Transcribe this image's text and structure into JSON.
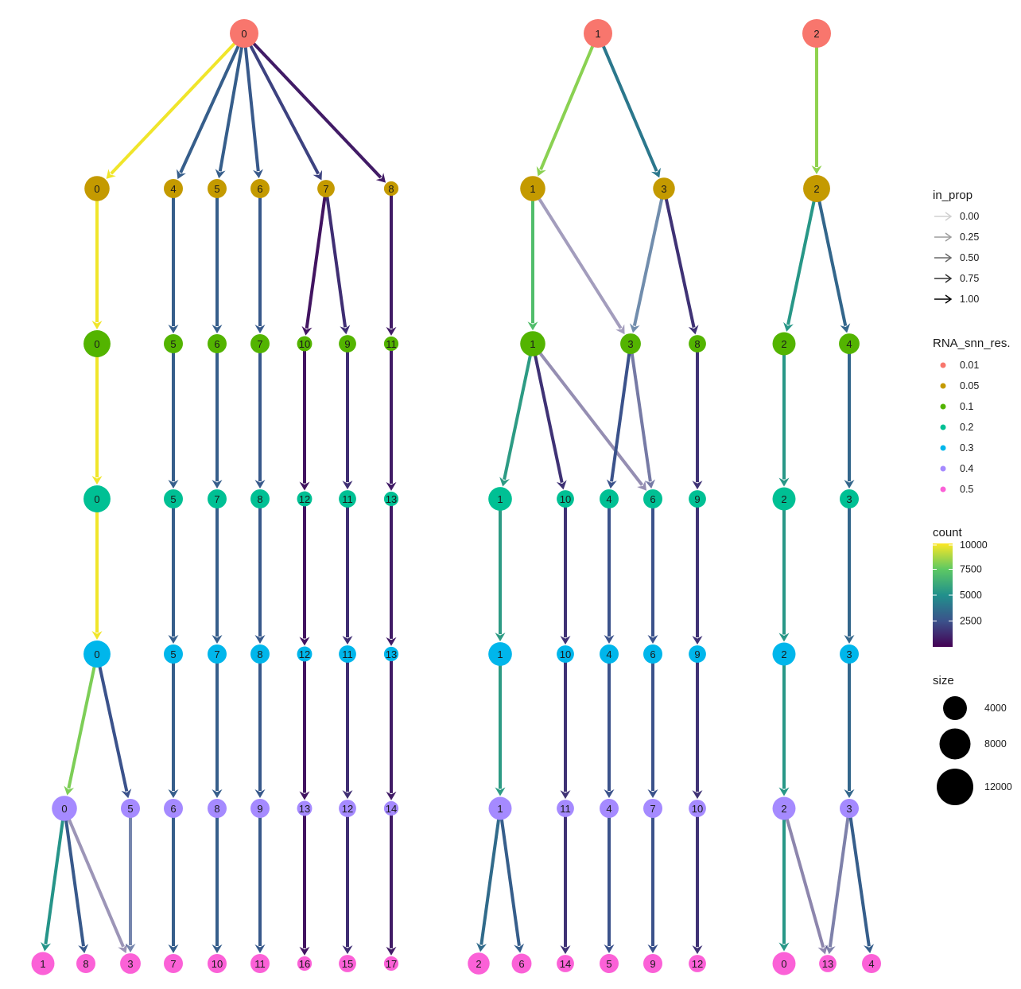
{
  "chart_data": {
    "type": "clustering-tree",
    "levels": [
      "0.01",
      "0.05",
      "0.1",
      "0.2",
      "0.3",
      "0.4",
      "0.5"
    ],
    "level_colors": [
      "#F8766D",
      "#C49A00",
      "#53B400",
      "#00C094",
      "#00B6EB",
      "#A58AFF",
      "#FB61D7"
    ],
    "nodes": [
      {
        "id": "a0",
        "level": 0,
        "label": "0",
        "size": 12000
      },
      {
        "id": "a1",
        "level": 0,
        "label": "1",
        "size": 12000
      },
      {
        "id": "a2",
        "level": 0,
        "label": "2",
        "size": 12000
      },
      {
        "id": "b0",
        "level": 1,
        "label": "0",
        "size": 8000
      },
      {
        "id": "b4",
        "level": 1,
        "label": "4",
        "size": 3000
      },
      {
        "id": "b5",
        "level": 1,
        "label": "5",
        "size": 3000
      },
      {
        "id": "b6",
        "level": 1,
        "label": "6",
        "size": 3000
      },
      {
        "id": "b7",
        "level": 1,
        "label": "7",
        "size": 2000
      },
      {
        "id": "b8",
        "level": 1,
        "label": "8",
        "size": 800
      },
      {
        "id": "b1",
        "level": 1,
        "label": "1",
        "size": 8000
      },
      {
        "id": "b3",
        "level": 1,
        "label": "3",
        "size": 5000
      },
      {
        "id": "b2",
        "level": 1,
        "label": "2",
        "size": 10000
      },
      {
        "id": "c0",
        "level": 2,
        "label": "0",
        "size": 10000
      },
      {
        "id": "c5",
        "level": 2,
        "label": "5",
        "size": 3000
      },
      {
        "id": "c6",
        "level": 2,
        "label": "6",
        "size": 3000
      },
      {
        "id": "c7",
        "level": 2,
        "label": "7",
        "size": 3000
      },
      {
        "id": "c10",
        "level": 2,
        "label": "10",
        "size": 1000
      },
      {
        "id": "c9",
        "level": 2,
        "label": "9",
        "size": 2000
      },
      {
        "id": "c11",
        "level": 2,
        "label": "11",
        "size": 800
      },
      {
        "id": "c1",
        "level": 2,
        "label": "1",
        "size": 8000
      },
      {
        "id": "c3",
        "level": 2,
        "label": "3",
        "size": 4000
      },
      {
        "id": "c8",
        "level": 2,
        "label": "8",
        "size": 2000
      },
      {
        "id": "c2",
        "level": 2,
        "label": "2",
        "size": 6000
      },
      {
        "id": "c4",
        "level": 2,
        "label": "4",
        "size": 4000
      },
      {
        "id": "d0",
        "level": 3,
        "label": "0",
        "size": 10000
      },
      {
        "id": "d5",
        "level": 3,
        "label": "5",
        "size": 3000
      },
      {
        "id": "d7",
        "level": 3,
        "label": "7",
        "size": 3000
      },
      {
        "id": "d8",
        "level": 3,
        "label": "8",
        "size": 3000
      },
      {
        "id": "d12",
        "level": 3,
        "label": "12",
        "size": 1000
      },
      {
        "id": "d11",
        "level": 3,
        "label": "11",
        "size": 2000
      },
      {
        "id": "d13",
        "level": 3,
        "label": "13",
        "size": 800
      },
      {
        "id": "d1",
        "level": 3,
        "label": "1",
        "size": 6500
      },
      {
        "id": "d10",
        "level": 3,
        "label": "10",
        "size": 2000
      },
      {
        "id": "d4",
        "level": 3,
        "label": "4",
        "size": 3000
      },
      {
        "id": "d6",
        "level": 3,
        "label": "6",
        "size": 3000
      },
      {
        "id": "d9",
        "level": 3,
        "label": "9",
        "size": 2000
      },
      {
        "id": "d2",
        "level": 3,
        "label": "2",
        "size": 6000
      },
      {
        "id": "d3",
        "level": 3,
        "label": "3",
        "size": 3000
      },
      {
        "id": "e0",
        "level": 4,
        "label": "0",
        "size": 10000
      },
      {
        "id": "e5",
        "level": 4,
        "label": "5",
        "size": 3000
      },
      {
        "id": "e7",
        "level": 4,
        "label": "7",
        "size": 3000
      },
      {
        "id": "e8",
        "level": 4,
        "label": "8",
        "size": 3000
      },
      {
        "id": "e12",
        "level": 4,
        "label": "12",
        "size": 1000
      },
      {
        "id": "e11",
        "level": 4,
        "label": "11",
        "size": 2000
      },
      {
        "id": "e13",
        "level": 4,
        "label": "13",
        "size": 800
      },
      {
        "id": "e1",
        "level": 4,
        "label": "1",
        "size": 6500
      },
      {
        "id": "e10",
        "level": 4,
        "label": "10",
        "size": 2000
      },
      {
        "id": "e4",
        "level": 4,
        "label": "4",
        "size": 3000
      },
      {
        "id": "e6",
        "level": 4,
        "label": "6",
        "size": 3000
      },
      {
        "id": "e9",
        "level": 4,
        "label": "9",
        "size": 2000
      },
      {
        "id": "e2",
        "level": 4,
        "label": "2",
        "size": 6000
      },
      {
        "id": "e3",
        "level": 4,
        "label": "3",
        "size": 3000
      },
      {
        "id": "f0",
        "level": 5,
        "label": "0",
        "size": 8000
      },
      {
        "id": "f5",
        "level": 5,
        "label": "5",
        "size": 3000
      },
      {
        "id": "f6",
        "level": 5,
        "label": "6",
        "size": 3000
      },
      {
        "id": "f8",
        "level": 5,
        "label": "8",
        "size": 3000
      },
      {
        "id": "f9",
        "level": 5,
        "label": "9",
        "size": 3000
      },
      {
        "id": "f13",
        "level": 5,
        "label": "13",
        "size": 1000
      },
      {
        "id": "f12",
        "level": 5,
        "label": "12",
        "size": 2000
      },
      {
        "id": "f14",
        "level": 5,
        "label": "14",
        "size": 800
      },
      {
        "id": "f1",
        "level": 5,
        "label": "1",
        "size": 6000
      },
      {
        "id": "f11",
        "level": 5,
        "label": "11",
        "size": 2000
      },
      {
        "id": "f4",
        "level": 5,
        "label": "4",
        "size": 3000
      },
      {
        "id": "f7",
        "level": 5,
        "label": "7",
        "size": 3000
      },
      {
        "id": "f10",
        "level": 5,
        "label": "10",
        "size": 2000
      },
      {
        "id": "f2",
        "level": 5,
        "label": "2",
        "size": 6000
      },
      {
        "id": "f3",
        "level": 5,
        "label": "3",
        "size": 3000
      },
      {
        "id": "g1",
        "level": 6,
        "label": "1",
        "size": 6000
      },
      {
        "id": "g8",
        "level": 6,
        "label": "8",
        "size": 3000
      },
      {
        "id": "g3",
        "level": 6,
        "label": "3",
        "size": 4000
      },
      {
        "id": "g7",
        "level": 6,
        "label": "7",
        "size": 3000
      },
      {
        "id": "g10",
        "level": 6,
        "label": "10",
        "size": 3000
      },
      {
        "id": "g11",
        "level": 6,
        "label": "11",
        "size": 3000
      },
      {
        "id": "g16",
        "level": 6,
        "label": "16",
        "size": 800
      },
      {
        "id": "g15",
        "level": 6,
        "label": "15",
        "size": 2000
      },
      {
        "id": "g17",
        "level": 6,
        "label": "17",
        "size": 800
      },
      {
        "id": "g2",
        "level": 6,
        "label": "2",
        "size": 5000
      },
      {
        "id": "g6",
        "level": 6,
        "label": "6",
        "size": 3500
      },
      {
        "id": "g14",
        "level": 6,
        "label": "14",
        "size": 2000
      },
      {
        "id": "g5",
        "level": 6,
        "label": "5",
        "size": 3000
      },
      {
        "id": "g9",
        "level": 6,
        "label": "9",
        "size": 3000
      },
      {
        "id": "g12",
        "level": 6,
        "label": "12",
        "size": 2000
      },
      {
        "id": "g0",
        "level": 6,
        "label": "0",
        "size": 6000
      },
      {
        "id": "g13",
        "level": 6,
        "label": "13",
        "size": 2000
      },
      {
        "id": "g4",
        "level": 6,
        "label": "4",
        "size": 3000
      }
    ],
    "edges": [
      {
        "from": "a0",
        "to": "b0",
        "count": 9800,
        "in_prop": 1.0
      },
      {
        "from": "a0",
        "to": "b4",
        "count": 3000,
        "in_prop": 1.0
      },
      {
        "from": "a0",
        "to": "b5",
        "count": 3000,
        "in_prop": 1.0
      },
      {
        "from": "a0",
        "to": "b6",
        "count": 2800,
        "in_prop": 1.0
      },
      {
        "from": "a0",
        "to": "b7",
        "count": 2000,
        "in_prop": 1.0
      },
      {
        "from": "a0",
        "to": "b8",
        "count": 800,
        "in_prop": 1.0
      },
      {
        "from": "a1",
        "to": "b1",
        "count": 8200,
        "in_prop": 1.0
      },
      {
        "from": "a1",
        "to": "b3",
        "count": 4000,
        "in_prop": 1.0
      },
      {
        "from": "a2",
        "to": "b2",
        "count": 8300,
        "in_prop": 1.0
      },
      {
        "from": "b0",
        "to": "c0",
        "count": 9800,
        "in_prop": 1.0
      },
      {
        "from": "b4",
        "to": "c5",
        "count": 3000,
        "in_prop": 1.0
      },
      {
        "from": "b5",
        "to": "c6",
        "count": 3000,
        "in_prop": 1.0
      },
      {
        "from": "b6",
        "to": "c7",
        "count": 2800,
        "in_prop": 1.0
      },
      {
        "from": "b7",
        "to": "c10",
        "count": 600,
        "in_prop": 1.0
      },
      {
        "from": "b7",
        "to": "c9",
        "count": 1400,
        "in_prop": 1.0
      },
      {
        "from": "b8",
        "to": "c11",
        "count": 800,
        "in_prop": 1.0
      },
      {
        "from": "b1",
        "to": "c1",
        "count": 7000,
        "in_prop": 1.0
      },
      {
        "from": "b1",
        "to": "c3",
        "count": 1500,
        "in_prop": 0.3
      },
      {
        "from": "b3",
        "to": "c3",
        "count": 3000,
        "in_prop": 0.6
      },
      {
        "from": "b3",
        "to": "c8",
        "count": 1500,
        "in_prop": 1.0
      },
      {
        "from": "b2",
        "to": "c2",
        "count": 5300,
        "in_prop": 1.0
      },
      {
        "from": "b2",
        "to": "c4",
        "count": 3300,
        "in_prop": 1.0
      },
      {
        "from": "c0",
        "to": "d0",
        "count": 9800,
        "in_prop": 1.0
      },
      {
        "from": "c5",
        "to": "d5",
        "count": 3000,
        "in_prop": 1.0
      },
      {
        "from": "c6",
        "to": "d7",
        "count": 3000,
        "in_prop": 1.0
      },
      {
        "from": "c7",
        "to": "d8",
        "count": 2800,
        "in_prop": 1.0
      },
      {
        "from": "c10",
        "to": "d12",
        "count": 600,
        "in_prop": 1.0
      },
      {
        "from": "c9",
        "to": "d11",
        "count": 1400,
        "in_prop": 1.0
      },
      {
        "from": "c11",
        "to": "d13",
        "count": 800,
        "in_prop": 1.0
      },
      {
        "from": "c1",
        "to": "d1",
        "count": 5500,
        "in_prop": 1.0
      },
      {
        "from": "c1",
        "to": "d10",
        "count": 1500,
        "in_prop": 1.0
      },
      {
        "from": "c1",
        "to": "d6",
        "count": 1500,
        "in_prop": 0.4
      },
      {
        "from": "c3",
        "to": "d4",
        "count": 2500,
        "in_prop": 1.0
      },
      {
        "from": "c3",
        "to": "d6",
        "count": 2000,
        "in_prop": 0.6
      },
      {
        "from": "c8",
        "to": "d9",
        "count": 1500,
        "in_prop": 1.0
      },
      {
        "from": "c2",
        "to": "d2",
        "count": 5300,
        "in_prop": 1.0
      },
      {
        "from": "c4",
        "to": "d3",
        "count": 3300,
        "in_prop": 1.0
      },
      {
        "from": "d0",
        "to": "e0",
        "count": 9800,
        "in_prop": 1.0
      },
      {
        "from": "d5",
        "to": "e5",
        "count": 3000,
        "in_prop": 1.0
      },
      {
        "from": "d7",
        "to": "e7",
        "count": 3000,
        "in_prop": 1.0
      },
      {
        "from": "d8",
        "to": "e8",
        "count": 2800,
        "in_prop": 1.0
      },
      {
        "from": "d12",
        "to": "e12",
        "count": 600,
        "in_prop": 1.0
      },
      {
        "from": "d11",
        "to": "e11",
        "count": 1400,
        "in_prop": 1.0
      },
      {
        "from": "d13",
        "to": "e13",
        "count": 800,
        "in_prop": 1.0
      },
      {
        "from": "d1",
        "to": "e1",
        "count": 5500,
        "in_prop": 1.0
      },
      {
        "from": "d10",
        "to": "e10",
        "count": 1500,
        "in_prop": 1.0
      },
      {
        "from": "d4",
        "to": "e4",
        "count": 2500,
        "in_prop": 1.0
      },
      {
        "from": "d6",
        "to": "e6",
        "count": 2500,
        "in_prop": 1.0
      },
      {
        "from": "d9",
        "to": "e9",
        "count": 1500,
        "in_prop": 1.0
      },
      {
        "from": "d2",
        "to": "e2",
        "count": 5300,
        "in_prop": 1.0
      },
      {
        "from": "d3",
        "to": "e3",
        "count": 3300,
        "in_prop": 1.0
      },
      {
        "from": "e0",
        "to": "f0",
        "count": 8000,
        "in_prop": 1.0
      },
      {
        "from": "e0",
        "to": "f5",
        "count": 2500,
        "in_prop": 1.0
      },
      {
        "from": "e5",
        "to": "f6",
        "count": 3000,
        "in_prop": 1.0
      },
      {
        "from": "e7",
        "to": "f8",
        "count": 3000,
        "in_prop": 1.0
      },
      {
        "from": "e8",
        "to": "f9",
        "count": 2800,
        "in_prop": 1.0
      },
      {
        "from": "e12",
        "to": "f13",
        "count": 600,
        "in_prop": 1.0
      },
      {
        "from": "e11",
        "to": "f12",
        "count": 1400,
        "in_prop": 1.0
      },
      {
        "from": "e13",
        "to": "f14",
        "count": 800,
        "in_prop": 1.0
      },
      {
        "from": "e1",
        "to": "f1",
        "count": 5500,
        "in_prop": 1.0
      },
      {
        "from": "e10",
        "to": "f11",
        "count": 1500,
        "in_prop": 1.0
      },
      {
        "from": "e4",
        "to": "f4",
        "count": 2500,
        "in_prop": 1.0
      },
      {
        "from": "e6",
        "to": "f7",
        "count": 2500,
        "in_prop": 1.0
      },
      {
        "from": "e9",
        "to": "f10",
        "count": 1500,
        "in_prop": 1.0
      },
      {
        "from": "e2",
        "to": "f2",
        "count": 5300,
        "in_prop": 1.0
      },
      {
        "from": "e3",
        "to": "f3",
        "count": 3300,
        "in_prop": 1.0
      },
      {
        "from": "f0",
        "to": "g1",
        "count": 5200,
        "in_prop": 1.0
      },
      {
        "from": "f0",
        "to": "g8",
        "count": 2800,
        "in_prop": 1.0
      },
      {
        "from": "f0",
        "to": "g3",
        "count": 1500,
        "in_prop": 0.35
      },
      {
        "from": "f5",
        "to": "g3",
        "count": 2500,
        "in_prop": 0.6
      },
      {
        "from": "f6",
        "to": "g7",
        "count": 3000,
        "in_prop": 1.0
      },
      {
        "from": "f8",
        "to": "g10",
        "count": 3000,
        "in_prop": 1.0
      },
      {
        "from": "f9",
        "to": "g11",
        "count": 2800,
        "in_prop": 1.0
      },
      {
        "from": "f13",
        "to": "g16",
        "count": 600,
        "in_prop": 1.0
      },
      {
        "from": "f12",
        "to": "g15",
        "count": 1400,
        "in_prop": 1.0
      },
      {
        "from": "f14",
        "to": "g17",
        "count": 800,
        "in_prop": 1.0
      },
      {
        "from": "f1",
        "to": "g2",
        "count": 3500,
        "in_prop": 1.0
      },
      {
        "from": "f1",
        "to": "g6",
        "count": 3000,
        "in_prop": 1.0
      },
      {
        "from": "f11",
        "to": "g14",
        "count": 1500,
        "in_prop": 1.0
      },
      {
        "from": "f4",
        "to": "g5",
        "count": 2500,
        "in_prop": 1.0
      },
      {
        "from": "f7",
        "to": "g9",
        "count": 2500,
        "in_prop": 1.0
      },
      {
        "from": "f10",
        "to": "g12",
        "count": 1500,
        "in_prop": 1.0
      },
      {
        "from": "f2",
        "to": "g0",
        "count": 5300,
        "in_prop": 1.0
      },
      {
        "from": "f2",
        "to": "g13",
        "count": 1500,
        "in_prop": 0.45
      },
      {
        "from": "f3",
        "to": "g13",
        "count": 2000,
        "in_prop": 0.55
      },
      {
        "from": "f3",
        "to": "g4",
        "count": 3000,
        "in_prop": 1.0
      }
    ],
    "count_range": [
      0,
      10000
    ],
    "legend_position": "right"
  },
  "legend": {
    "in_prop": {
      "title": "in_prop",
      "items": [
        {
          "label": "0.00",
          "value": 0.0
        },
        {
          "label": "0.25",
          "value": 0.25
        },
        {
          "label": "0.50",
          "value": 0.5
        },
        {
          "label": "0.75",
          "value": 0.75
        },
        {
          "label": "1.00",
          "value": 1.0
        }
      ]
    },
    "resolution": {
      "title": "RNA_snn_res.",
      "items": [
        {
          "label": "0.01",
          "color": "#F8766D"
        },
        {
          "label": "0.05",
          "color": "#C49A00"
        },
        {
          "label": "0.1",
          "color": "#53B400"
        },
        {
          "label": "0.2",
          "color": "#00C094"
        },
        {
          "label": "0.3",
          "color": "#00B6EB"
        },
        {
          "label": "0.4",
          "color": "#A58AFF"
        },
        {
          "label": "0.5",
          "color": "#FB61D7"
        }
      ]
    },
    "count": {
      "title": "count",
      "ticks": [
        {
          "label": "10000",
          "value": 10000
        },
        {
          "label": "7500",
          "value": 7500
        },
        {
          "label": "5000",
          "value": 5000
        },
        {
          "label": "2500",
          "value": 2500
        }
      ]
    },
    "size": {
      "title": "size",
      "items": [
        {
          "label": "4000",
          "value": 4000
        },
        {
          "label": "8000",
          "value": 8000
        },
        {
          "label": "12000",
          "value": 12000
        }
      ]
    }
  }
}
